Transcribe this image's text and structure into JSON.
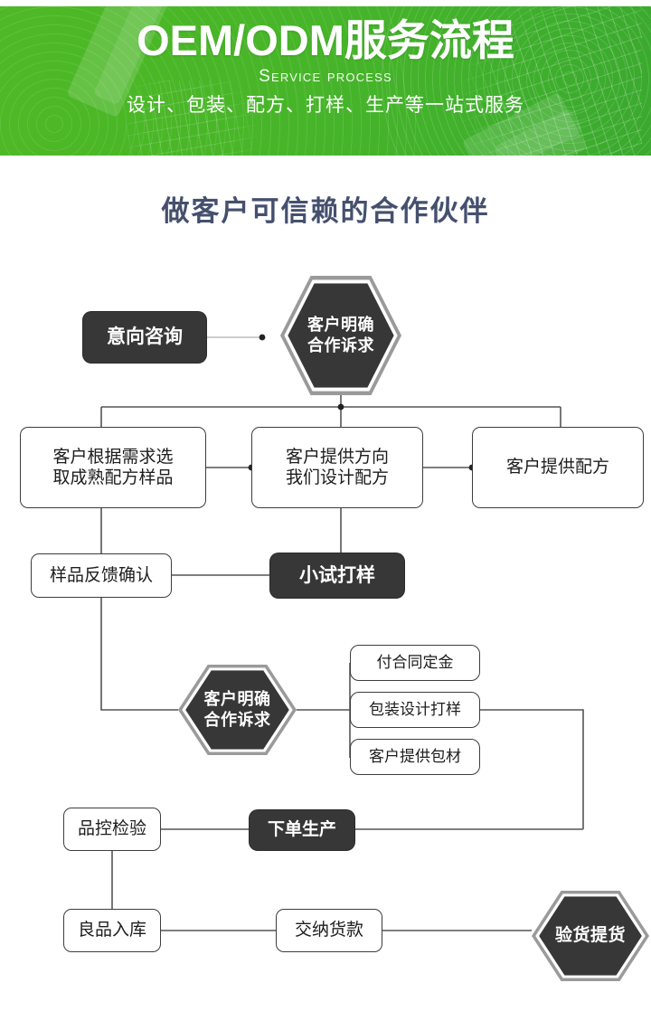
{
  "banner": {
    "title": "OEM/ODM服务流程",
    "subtitle_en": "Service process",
    "subtitle_cn": "设计、包装、配方、打样、生产等一站式服务",
    "bg_color": "#4ab727",
    "title_color": "#ffffff"
  },
  "section": {
    "heading": "做客户可信赖的合作伙伴",
    "heading_color": "#45506e"
  },
  "theme": {
    "dark_fill": "#373737",
    "light_fill": "#ffffff",
    "border": "#3d3d3d",
    "hex_outline": "#9a9a9a",
    "connector": "#555555"
  },
  "flow": {
    "nodes": [
      {
        "id": "intent",
        "label": "意向咨询",
        "style": "dark-box"
      },
      {
        "id": "clear-need-1",
        "label_line1": "客户明确",
        "label_line2": "合作诉求",
        "style": "dark-hex"
      },
      {
        "id": "pick-sample",
        "label_line1": "客户根据需求选",
        "label_line2": "取成熟配方样品",
        "style": "light-box"
      },
      {
        "id": "we-design",
        "label_line1": "客户提供方向",
        "label_line2": "我们设计配方",
        "style": "light-box"
      },
      {
        "id": "client-recipe",
        "label": "客户提供配方",
        "style": "light-box"
      },
      {
        "id": "sample-feedback",
        "label": "样品反馈确认",
        "style": "light-box"
      },
      {
        "id": "trial-sample",
        "label": "小试打样",
        "style": "dark-box"
      },
      {
        "id": "clear-need-2",
        "label_line1": "客户明确",
        "label_line2": "合作诉求",
        "style": "dark-hex"
      },
      {
        "id": "deposit",
        "label": "付合同定金",
        "style": "light-box-small"
      },
      {
        "id": "package-design",
        "label": "包装设计打样",
        "style": "light-box-small"
      },
      {
        "id": "client-package",
        "label": "客户提供包材",
        "style": "light-box-small"
      },
      {
        "id": "order-produce",
        "label": "下单生产",
        "style": "dark-box"
      },
      {
        "id": "qc-check",
        "label": "品控检验",
        "style": "light-box"
      },
      {
        "id": "good-stock",
        "label": "良品入库",
        "style": "light-box"
      },
      {
        "id": "pay-goods",
        "label": "交纳货款",
        "style": "light-box"
      },
      {
        "id": "inspect-pickup",
        "label": "验货提货",
        "style": "dark-hex"
      }
    ]
  }
}
